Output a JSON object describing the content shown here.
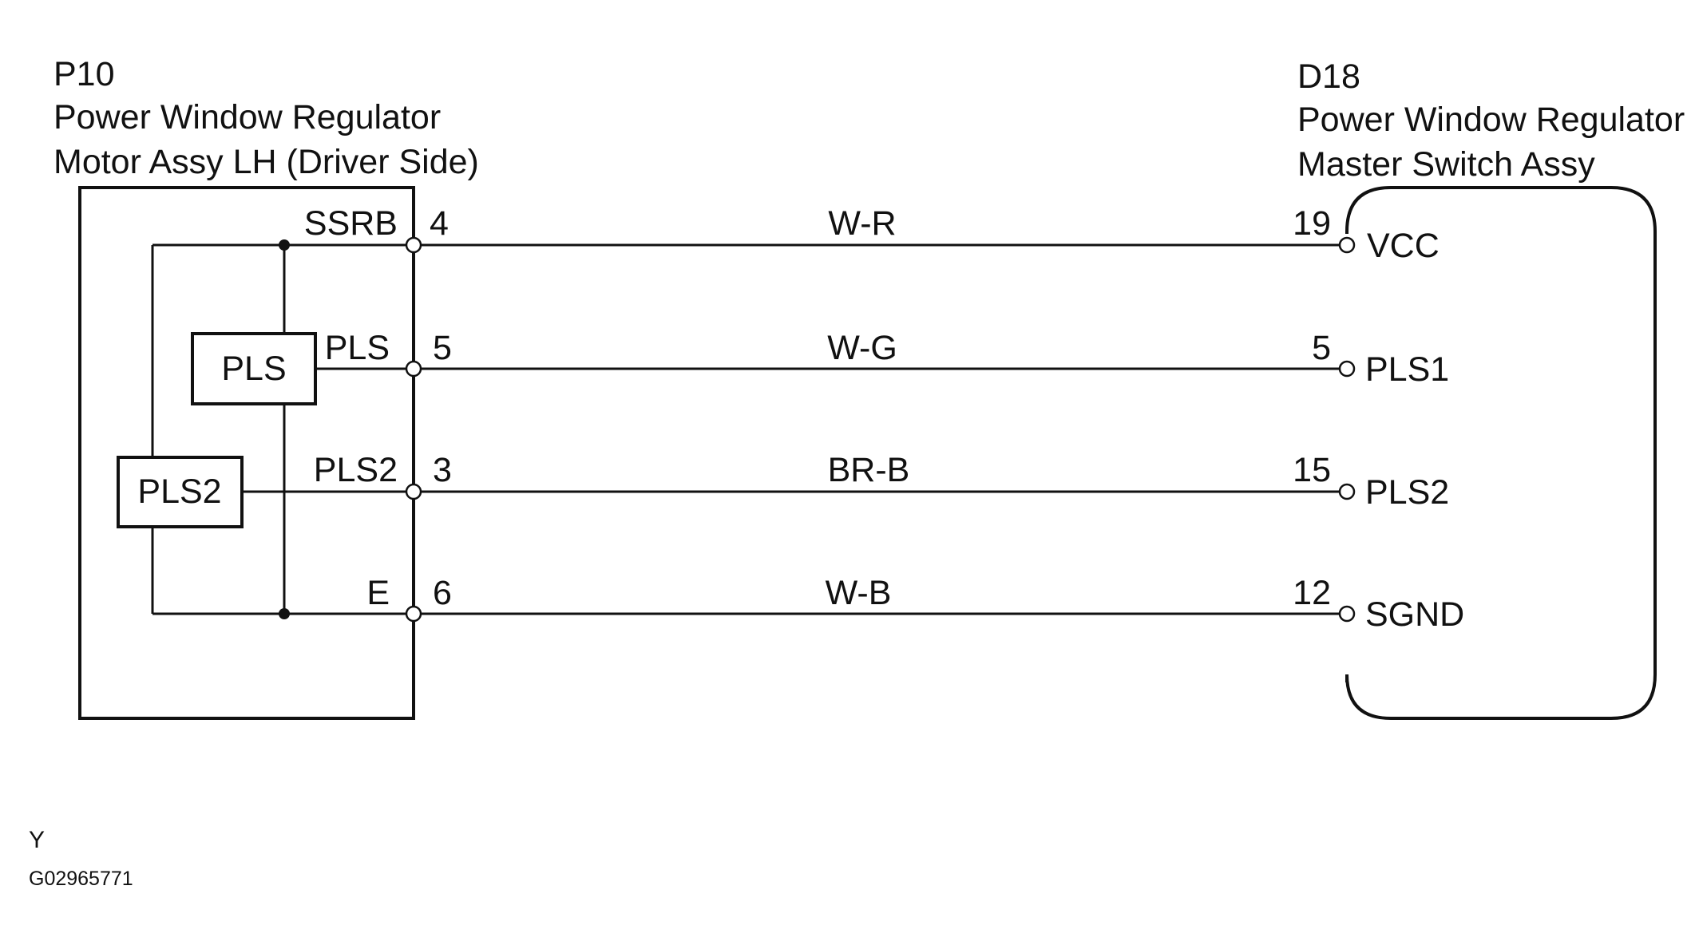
{
  "left_component": {
    "code": "P10",
    "name_line1": "Power Window Regulator",
    "name_line2": "Motor Assy LH (Driver Side)",
    "internal_blocks": [
      "PLS",
      "PLS2"
    ],
    "pins": [
      {
        "label": "SSRB",
        "number": "4"
      },
      {
        "label": "PLS",
        "number": "5"
      },
      {
        "label": "PLS2",
        "number": "3"
      },
      {
        "label": "E",
        "number": "6"
      }
    ]
  },
  "right_component": {
    "code": "D18",
    "name_line1": "Power Window Regulator",
    "name_line2": "Master Switch Assy",
    "pins": [
      {
        "label": "VCC",
        "number": "19"
      },
      {
        "label": "PLS1",
        "number": "5"
      },
      {
        "label": "PLS2",
        "number": "15"
      },
      {
        "label": "SGND",
        "number": "12"
      }
    ]
  },
  "wires": [
    {
      "color": "W-R"
    },
    {
      "color": "W-G"
    },
    {
      "color": "BR-B"
    },
    {
      "color": "W-B"
    }
  ],
  "footer": {
    "label": "Y",
    "figure_id": "G02965771"
  }
}
